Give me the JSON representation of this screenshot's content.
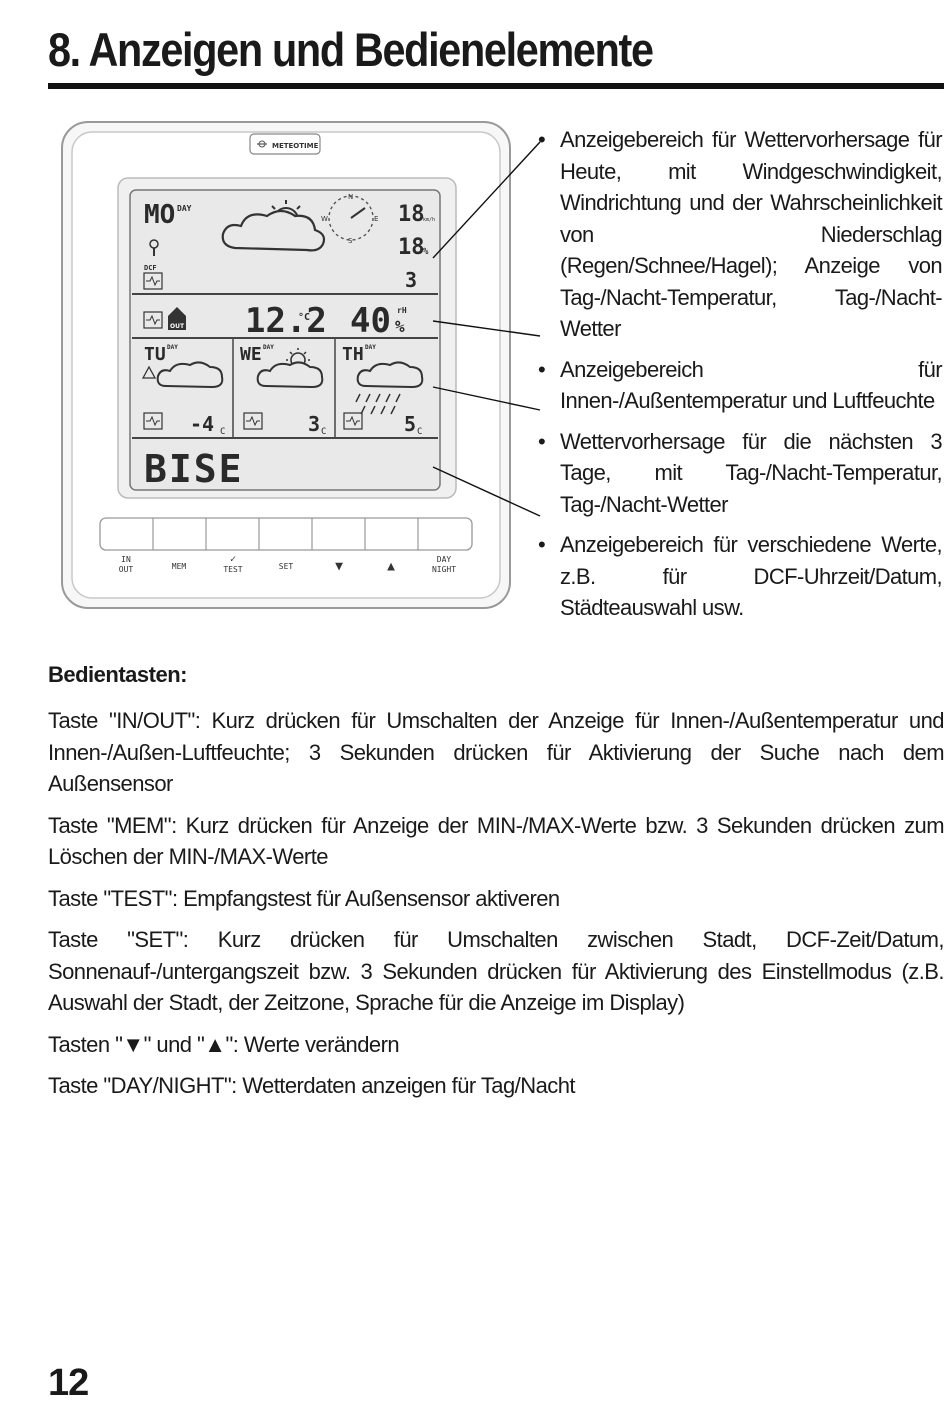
{
  "page": {
    "title": "8. Anzeigen und Bedienelemente",
    "page_number": "12"
  },
  "device": {
    "brand": "METEOTIME",
    "today": {
      "day": "MO",
      "day_tag": "DAY",
      "wind_speed": "18",
      "wind_unit": "km/h",
      "precip": "18",
      "precip_unit": "%",
      "temp": "3",
      "compass": [
        "N",
        "E",
        "S",
        "W"
      ],
      "dcf_label": "DCF"
    },
    "indoor": {
      "out_label": "OUT",
      "temperature": "12.2",
      "temp_unit": "°C",
      "humidity": "40",
      "humidity_unit_top": "rH",
      "humidity_unit": "%"
    },
    "forecast": [
      {
        "day": "TU",
        "day_tag": "DAY",
        "temp": "-4",
        "unit": "C"
      },
      {
        "day": "WE",
        "day_tag": "DAY",
        "temp": "3",
        "unit": "C"
      },
      {
        "day": "TH",
        "day_tag": "DAY",
        "temp": "5",
        "unit": "C"
      }
    ],
    "info_text": "BISE",
    "buttons": [
      {
        "top": "IN",
        "bottom": "OUT"
      },
      {
        "top": "",
        "bottom": "MEM"
      },
      {
        "top": "✓",
        "bottom": "TEST"
      },
      {
        "top": "",
        "bottom": "SET"
      },
      {
        "top": "",
        "bottom": "▼"
      },
      {
        "top": "",
        "bottom": "▲"
      },
      {
        "top": "DAY",
        "bottom": "NIGHT"
      }
    ]
  },
  "callouts": [
    "Anzeigebereich für Wettervorhersage für Heute, mit Windgeschwindigkeit, Windrichtung und der Wahrscheinlichkeit von Niederschlag (Regen/Schnee/Hagel); Anzeige von Tag-/Nacht-Temperatur, Tag-/Nacht-Wetter",
    "Anzeigebereich für Innen-/Außentemperatur und Luftfeuchte",
    "Wettervorhersage für die nächsten 3 Tage, mit Tag-/Nacht-Temperatur, Tag-/Nacht-Wetter",
    "Anzeigebereich für verschiedene Werte, z.B. für DCF-Uhrzeit/Datum, Städteauswahl usw."
  ],
  "controls": {
    "heading": "Bedientasten:",
    "items": [
      "Taste \"IN/OUT\": Kurz drücken für Umschalten der Anzeige für Innen-/Außentemperatur und Innen-/Außen-Luftfeuchte; 3 Sekunden drücken für Aktivierung der Suche nach dem Außensensor",
      "Taste \"MEM\": Kurz drücken für Anzeige der MIN-/MAX-Werte bzw. 3 Sekunden drücken zum Löschen der MIN-/MAX-Werte",
      "Taste \"TEST\": Empfangstest für Außensensor aktiveren",
      "Taste \"SET\": Kurz drücken für Umschalten zwischen Stadt, DCF-Zeit/Datum, Sonnenauf-/untergangszeit bzw. 3 Sekunden drücken für Aktivierung des Einstellmodus (z.B. Auswahl der Stadt, der Zeitzone, Sprache für die Anzeige im Display)",
      "Tasten \"▼\" und \"▲\": Werte verändern",
      "Taste \"DAY/NIGHT\": Wetterdaten anzeigen für Tag/Nacht"
    ]
  }
}
